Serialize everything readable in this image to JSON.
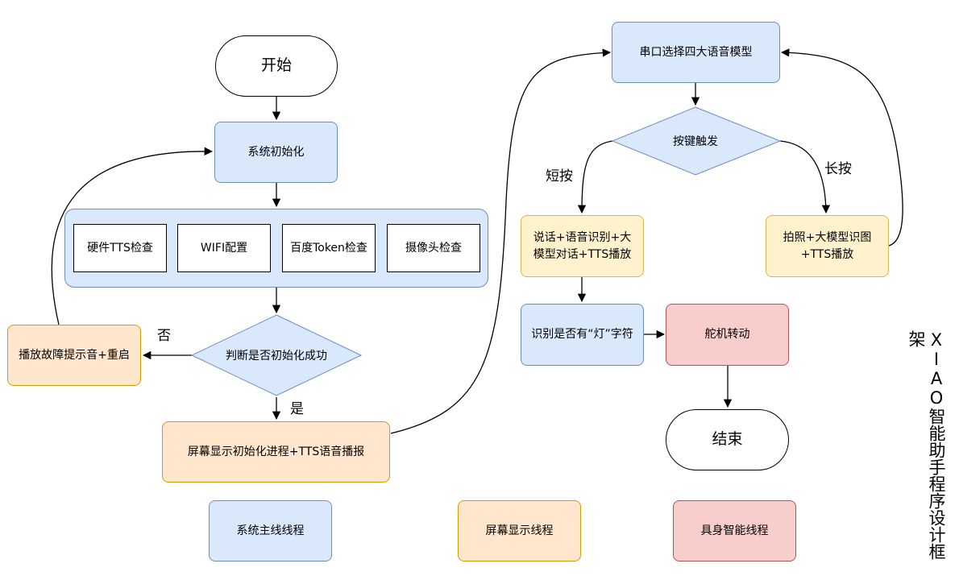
{
  "title": "XIAO智能助手程序设计框架",
  "nodes": {
    "start": "开始",
    "sys_init": "系统初始化",
    "check_tts": "硬件TTS检查",
    "check_wifi": "WIFI配置",
    "check_token": "百度Token检查",
    "check_camera": "摄像头检查",
    "judge_init": "判断是否初始化成功",
    "fault": "播放故障提示音+重启",
    "screen_show": "屏幕显示初始化进程+TTS语音播报",
    "serial_select": "串口选择四大语音模型",
    "key_trigger": "按键触发",
    "speak": "说话+语音识别+大模型对话+TTS播放",
    "photo": "拍照+大模型识图+TTS播放",
    "detect_light": "识别是否有“灯”字符",
    "servo": "舵机转动",
    "end": "结束"
  },
  "edge_labels": {
    "no": "否",
    "yes": "是",
    "short_press": "短按",
    "long_press": "长按"
  },
  "legend": {
    "main_thread": "系统主线线程",
    "screen_thread": "屏幕显示线程",
    "embodied_thread": "具身智能线程"
  },
  "colors": {
    "blue_fill": "#dae8fc",
    "blue_stroke": "#6c8ebf",
    "orange_fill": "#ffe6cc",
    "orange_stroke": "#d79b00",
    "yellow_fill": "#fff2cc",
    "yellow_stroke": "#d6b656",
    "red_fill": "#f8cecc",
    "red_stroke": "#b85450"
  }
}
